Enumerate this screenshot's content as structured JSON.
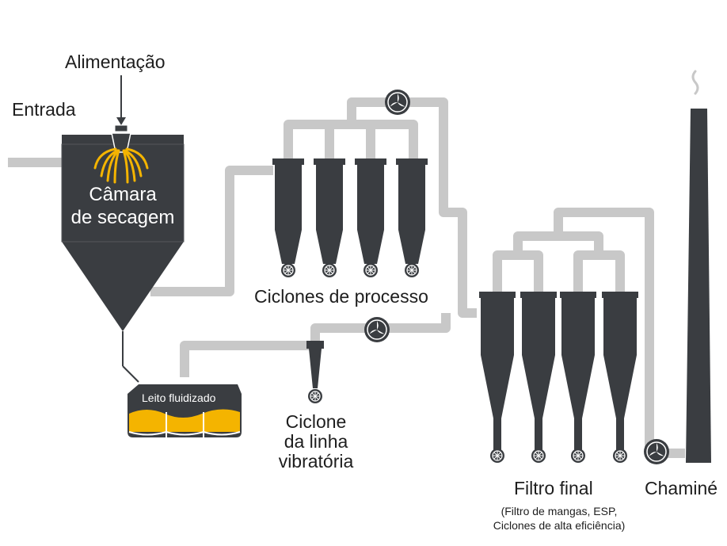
{
  "labels": {
    "entrada": "Entrada",
    "alimentacao": "Alimentação",
    "camara_line1": "Câmara",
    "camara_line2": "de secagem",
    "leito": "Leito fluidizado",
    "ciclones_processo": "Ciclones de processo",
    "ciclone_vib_line1": "Ciclone",
    "ciclone_vib_line2": "da linha",
    "ciclone_vib_line3": "vibratória",
    "filtro_final": "Filtro final",
    "filtro_note_line1": "(Filtro de mangas, ESP,",
    "filtro_note_line2": "Ciclones de alta eficiência)",
    "chamine": "Chaminé"
  },
  "colors": {
    "equipment": "#3a3d41",
    "duct": "#c8c8c8",
    "accent": "#f4b400",
    "text": "#1e1e1e"
  },
  "icons": [
    "fan-icon",
    "rotary-valve-icon",
    "smoke-icon",
    "spray-nozzle-icon"
  ]
}
